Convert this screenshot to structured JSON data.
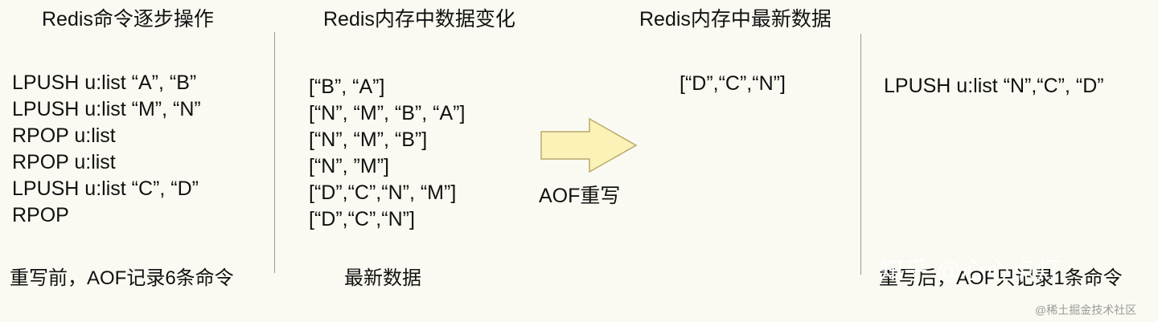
{
  "columns": {
    "commands": {
      "heading": "Redis命令逐步操作",
      "lines": [
        "LPUSH  u:list  “A”, “B”",
        "LPUSH  u:list  “M”, “N”",
        "RPOP u:list",
        "RPOP u:list",
        "LPUSH u:list “C”, “D”",
        "RPOP"
      ],
      "footer": "重写前，AOF记录6条命令"
    },
    "memory_changes": {
      "heading": "Redis内存中数据变化",
      "lines": [
        "[“B”, “A”]",
        "[“N”, “M”, “B”, “A”]",
        "[“N”, “M”, “B”]",
        "[“N”, ”M”]",
        "[“D”,“C”,“N”, “M”]",
        "[“D”,“C”,“N”]"
      ],
      "footer": "最新数据"
    },
    "latest_data": {
      "heading": "Redis内存中最新数据",
      "value": "[“D”,“C”,“N”]"
    },
    "rewritten": {
      "command": "LPUSH u:list “N”,“C”, “D”",
      "footer": "重写后，AOF只记录1条命令"
    }
  },
  "arrow": {
    "label": "AOF重写",
    "fill_color": "#fbf2b8",
    "stroke_color": "#b8a96a"
  },
  "watermark": {
    "text": "知乎 @心心点灯"
  },
  "source_credit": "@稀土掘金技术社区",
  "colors": {
    "background": "#fbfaf2",
    "divider": "#9a9a9a",
    "text": "#111111"
  }
}
